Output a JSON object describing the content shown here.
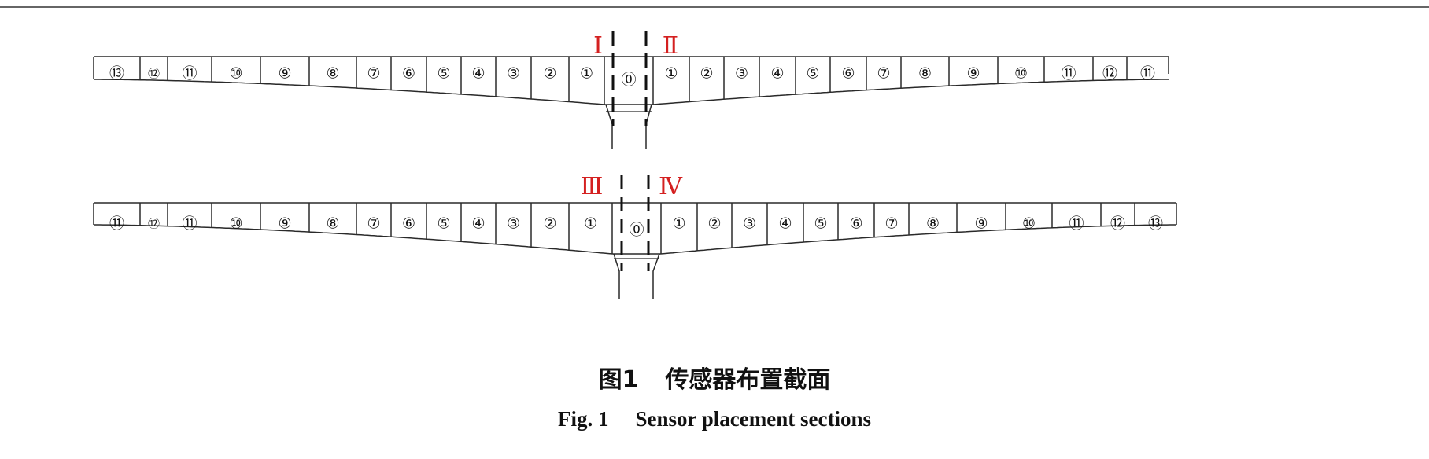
{
  "colors": {
    "line": "#2a2a2a",
    "section_label": "#d42020",
    "text": "#111111"
  },
  "top_girder": {
    "segments": [
      "⑬",
      "⑫",
      "⑪",
      "⑩",
      "⑨",
      "⑧",
      "⑦",
      "⑥",
      "⑤",
      "④",
      "③",
      "②",
      "①",
      "⓪",
      "①",
      "②",
      "③",
      "④",
      "⑤",
      "⑥",
      "⑦",
      "⑧",
      "⑨",
      "⑩",
      "⑪",
      "⑫",
      "⑪"
    ],
    "section_labels": [
      "Ⅰ",
      "Ⅱ"
    ]
  },
  "bottom_girder": {
    "segments": [
      "⑪",
      "⑫",
      "⑪",
      "⑩",
      "⑨",
      "⑧",
      "⑦",
      "⑥",
      "⑤",
      "④",
      "③",
      "②",
      "①",
      "⓪",
      "①",
      "②",
      "③",
      "④",
      "⑤",
      "⑥",
      "⑦",
      "⑧",
      "⑨",
      "⑩",
      "⑪",
      "⑫",
      "⑬"
    ],
    "section_labels": [
      "Ⅲ",
      "Ⅳ"
    ]
  },
  "caption": {
    "fig_label_zh": "图1",
    "title_zh": "传感器布置截面",
    "fig_label_en": "Fig. 1",
    "title_en": "Sensor placement sections"
  }
}
